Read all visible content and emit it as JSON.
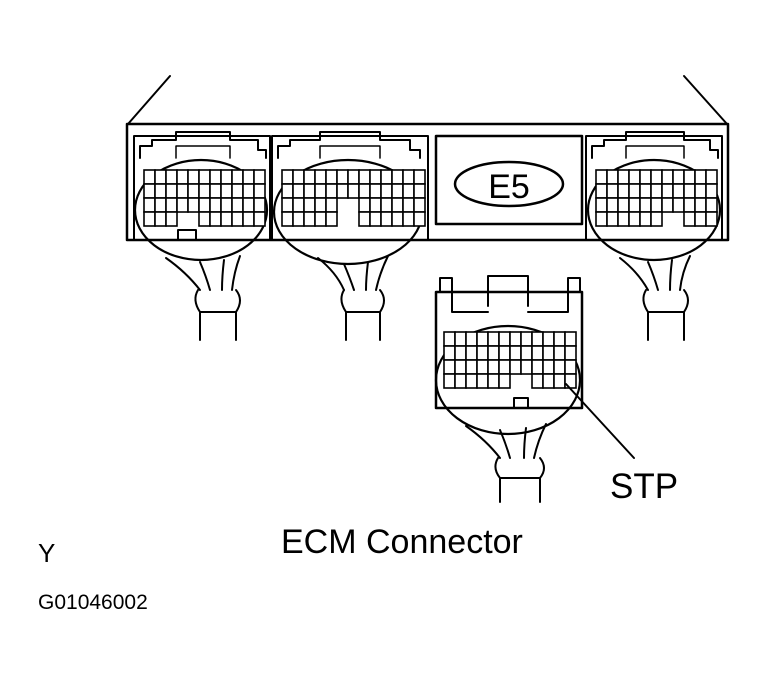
{
  "diagram": {
    "badge_label": "E5",
    "pin_label": "STP",
    "caption": "ECM Connector",
    "corner_letter": "Y",
    "figure_code": "G01046002"
  },
  "colors": {
    "ink": "#000000",
    "paper": "#ffffff"
  },
  "icons": [
    "ecm-housing",
    "connector-plug",
    "wire-harness",
    "leader-line"
  ]
}
